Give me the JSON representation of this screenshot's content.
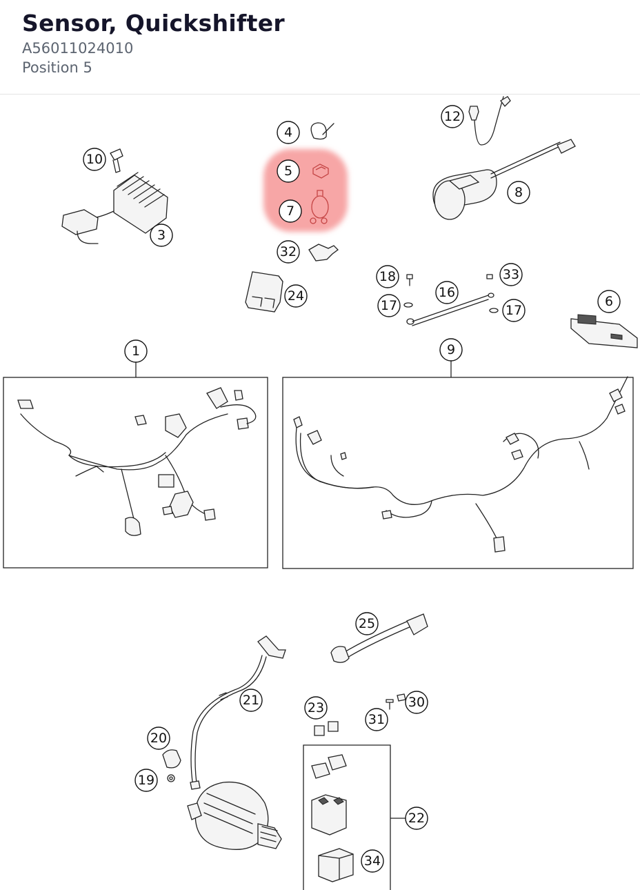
{
  "header": {
    "title": "Sensor, Quickshifter",
    "part_number": "A56011024010",
    "position": "Position 5"
  },
  "highlight": {
    "color": "#f7a6a6",
    "highlight_color_dark": "#c44444"
  },
  "callouts": [
    "1",
    "3",
    "4",
    "5",
    "6",
    "7",
    "8",
    "9",
    "10",
    "12",
    "16",
    "17",
    "17",
    "18",
    "19",
    "20",
    "21",
    "22",
    "23",
    "24",
    "25",
    "30",
    "31",
    "32",
    "33",
    "34"
  ]
}
